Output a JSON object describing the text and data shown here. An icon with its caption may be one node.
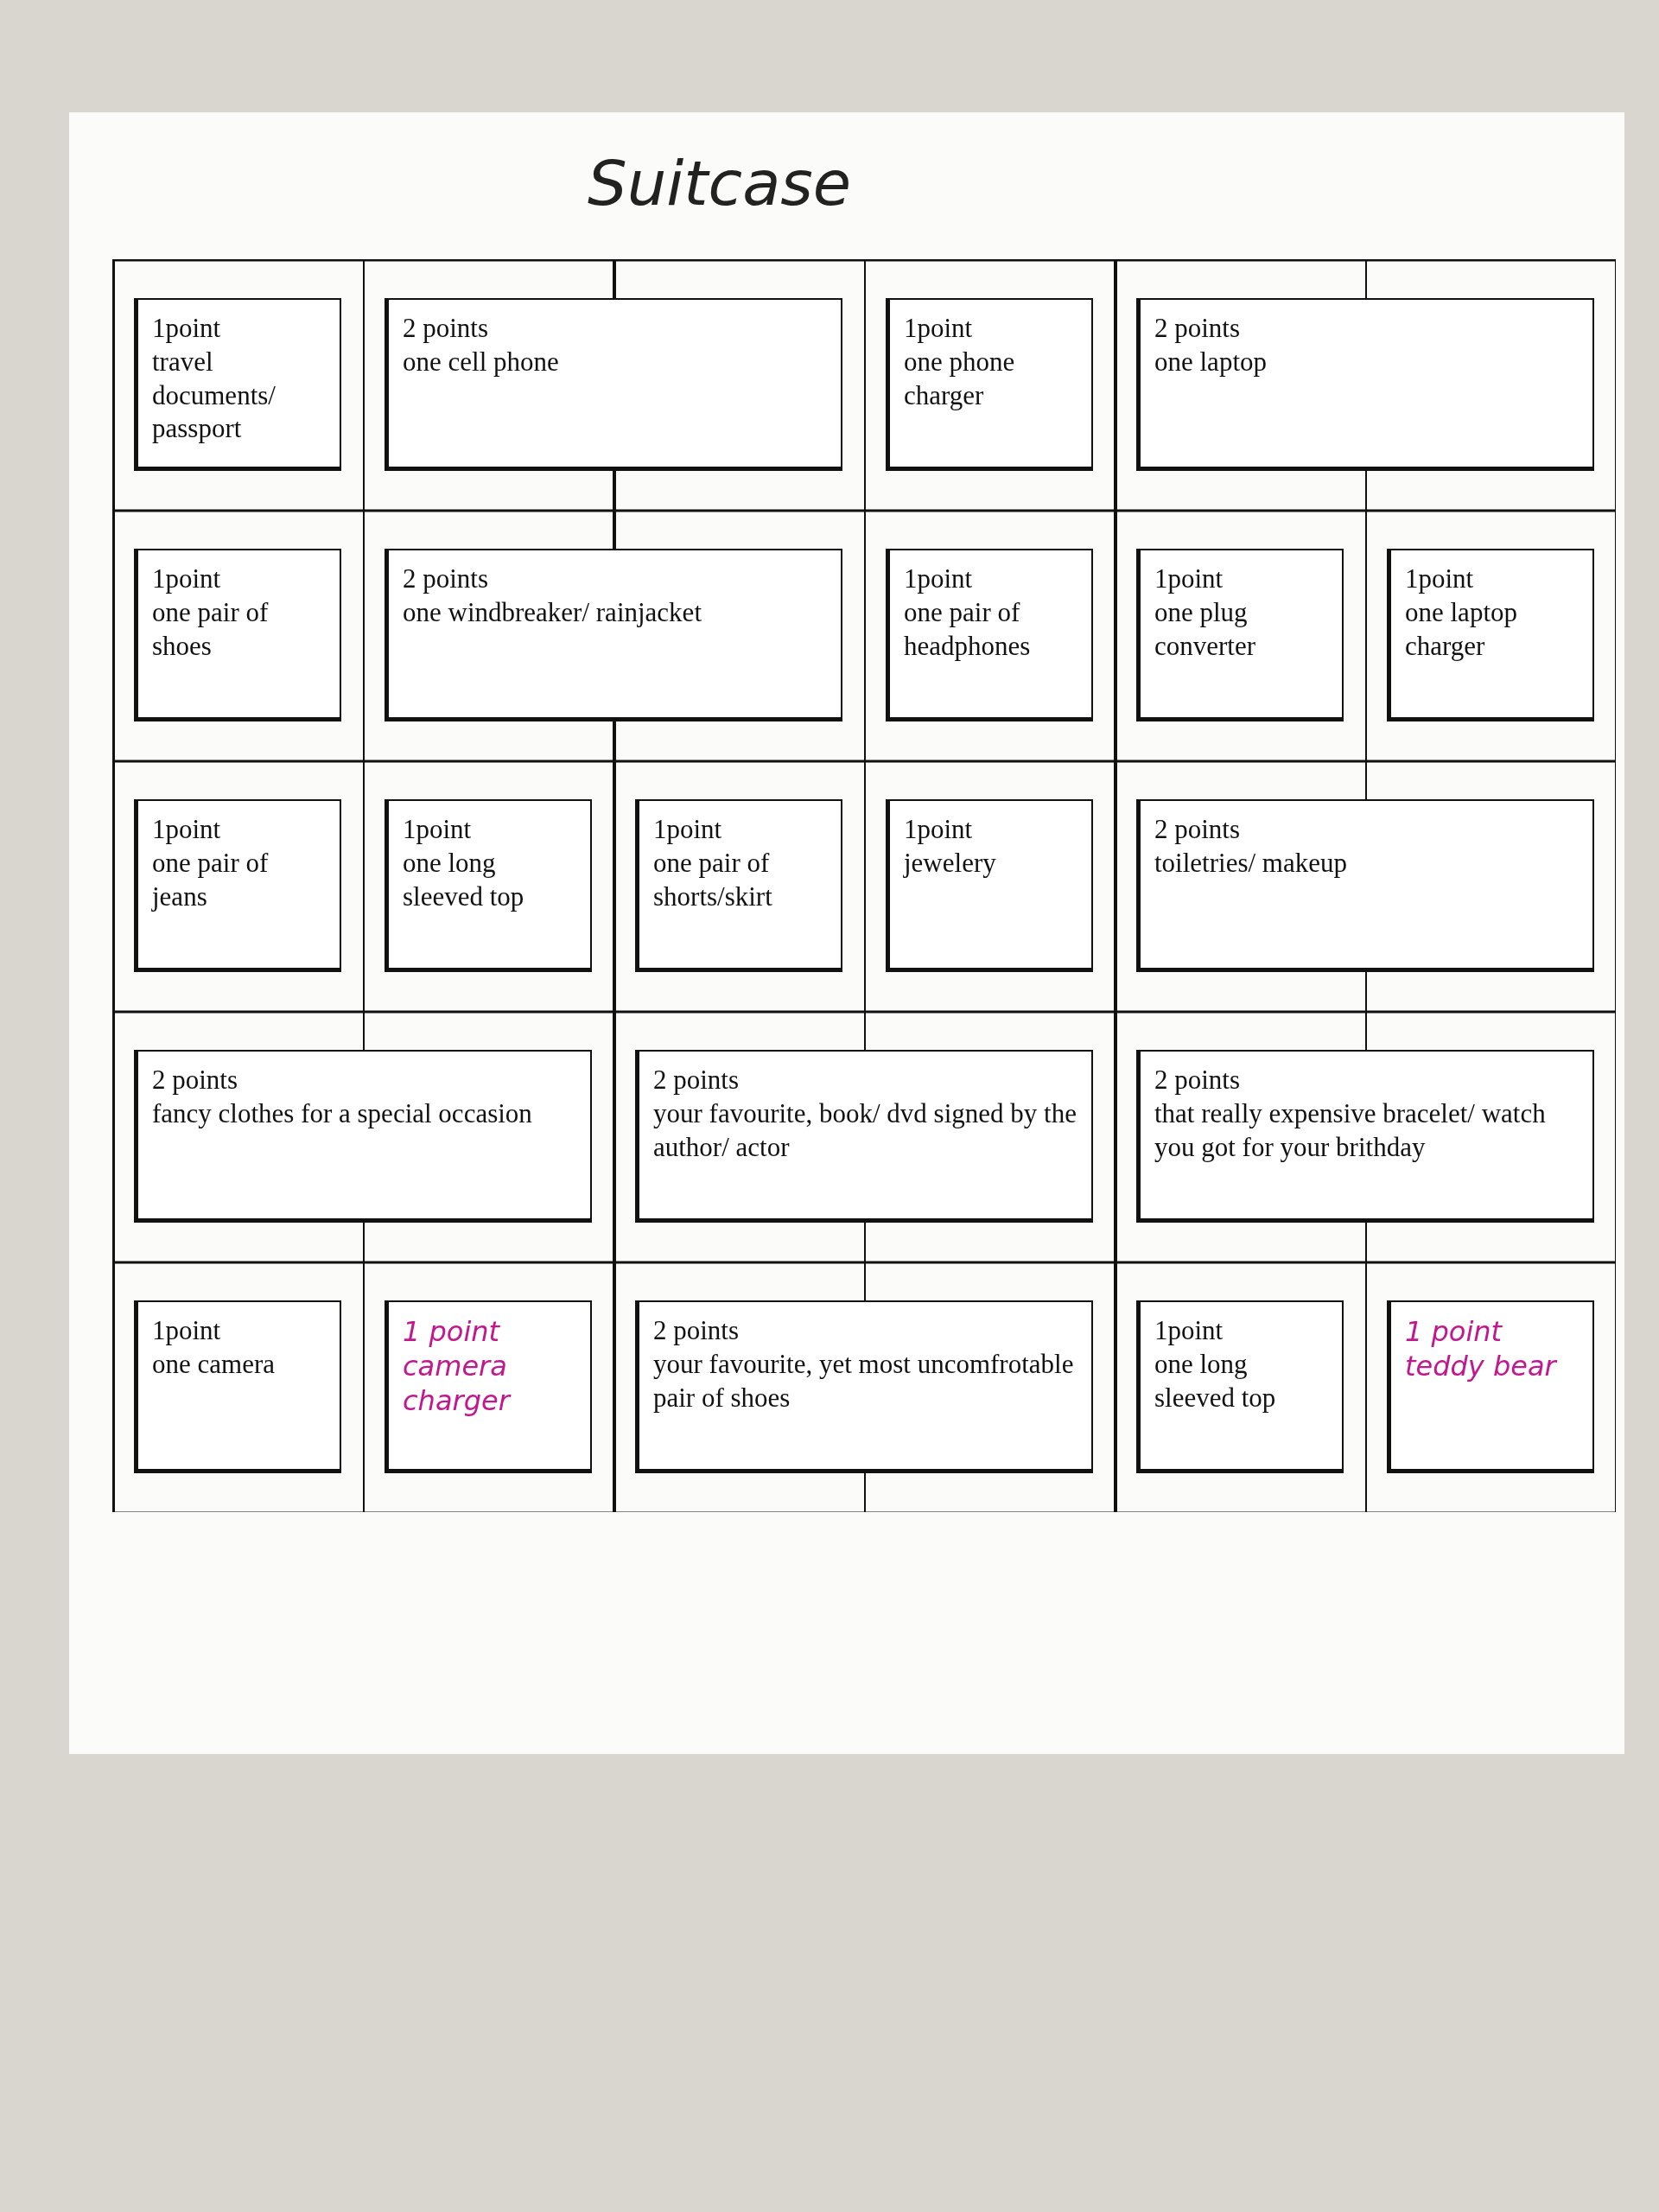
{
  "diagram": {
    "title": "Suitcase",
    "nodes": [
      {
        "text": [
          "1point",
          "travel documents/ passport"
        ]
      },
      {
        "text": [
          "2 points",
          "one cell phone"
        ]
      },
      {
        "text": [
          "1point",
          "one phone charger"
        ]
      },
      {
        "text": [
          "2 points",
          "one laptop"
        ]
      },
      {
        "text": [
          "1point",
          "one pair of shoes"
        ]
      },
      {
        "text": [
          "2 points",
          "one windbreaker/ rainjacket"
        ]
      },
      {
        "text": [
          "1point",
          "one pair of headphones"
        ]
      },
      {
        "text": [
          "1point",
          "one plug converter"
        ]
      },
      {
        "text": [
          "1point",
          "one laptop charger"
        ]
      },
      {
        "text": [
          "1point",
          "one pair of jeans"
        ]
      },
      {
        "text": [
          "1point",
          "one long sleeved top"
        ]
      },
      {
        "text": [
          "1point",
          "one pair of shorts/skirt"
        ]
      },
      {
        "text": [
          "1point",
          "jewelery"
        ]
      },
      {
        "text": [
          "2 points",
          "toiletries/ makeup"
        ]
      },
      {
        "text": [
          "2 points",
          "fancy clothes for a special occasion"
        ]
      },
      {
        "text": [
          "2 points",
          "your favourite, book/ dvd signed by the author/ actor"
        ]
      },
      {
        "text": [
          "2 points",
          "that really expensive bracelet/ watch you got for your brithday"
        ]
      },
      {
        "text": [
          "1point",
          "one camera"
        ]
      },
      {
        "text": [
          "1 point",
          "camera charger"
        ]
      },
      {
        "text": [
          "2 points",
          "your favourite, yet most uncomfrotable pair of shoes"
        ]
      },
      {
        "text": [
          "1point",
          "one long sleeved top"
        ]
      },
      {
        "text": [
          "1 point",
          "teddy bear"
        ]
      }
    ],
    "edges": []
  }
}
